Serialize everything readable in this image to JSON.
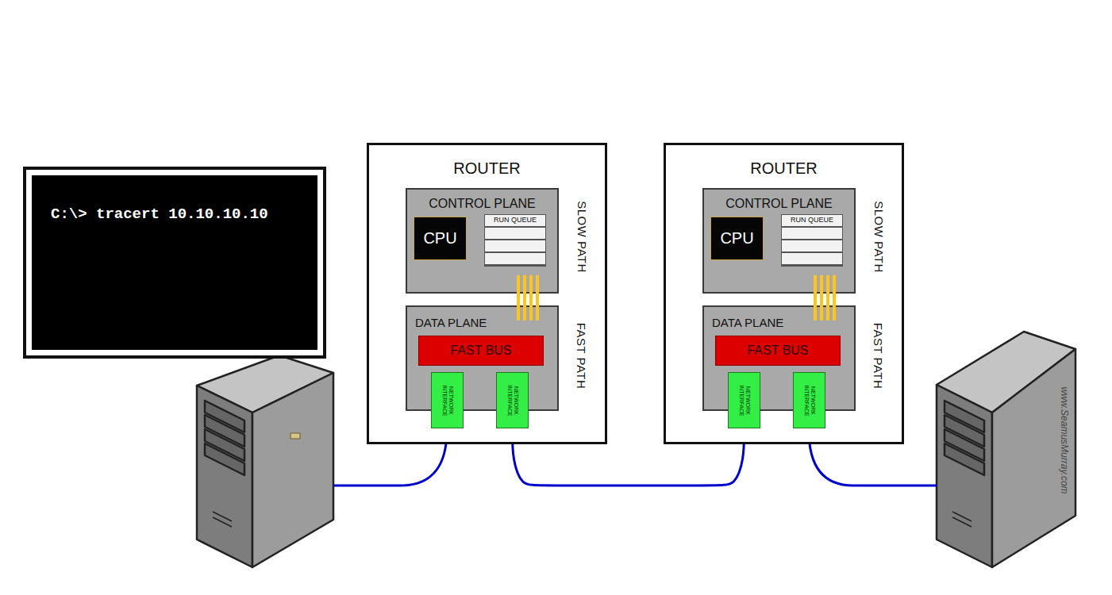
{
  "diagram": {
    "nodes": [
      {
        "text": [
          "C:\\> tracert 10.10.10.10"
        ]
      },
      {
        "text": [
          "ROUTER"
        ]
      },
      {
        "text": [
          "CONTROL PLANE"
        ],
        "in": 1
      },
      {
        "text": [
          "CPU"
        ],
        "in": 2
      },
      {
        "text": [
          "RUN QUEUE"
        ],
        "in": 2
      },
      {
        "text": [
          "DATA PLANE"
        ],
        "in": 1
      },
      {
        "text": [
          "FAST BUS"
        ],
        "in": 5
      },
      {
        "text": [
          "NETWORK INTERFACE"
        ],
        "in": 5
      },
      {
        "text": [
          "NETWORK INTERFACE"
        ],
        "in": 5
      },
      {
        "text": [
          "ROUTER"
        ]
      },
      {
        "text": [
          "CONTROL PLANE"
        ],
        "in": 9
      },
      {
        "text": [
          "CPU"
        ],
        "in": 10
      },
      {
        "text": [
          "RUN QUEUE"
        ],
        "in": 10
      },
      {
        "text": [
          "DATA PLANE"
        ],
        "in": 9
      },
      {
        "text": [
          "FAST BUS"
        ],
        "in": 13
      },
      {
        "text": [
          "NETWORK INTERFACE"
        ],
        "in": 13
      },
      {
        "text": [
          "NETWORK INTERFACE"
        ],
        "in": 13
      }
    ],
    "edges": [
      {
        "from": 8,
        "to": 15,
        "arrow": "none"
      }
    ],
    "labels": [
      "SLOW PATH",
      "FAST PATH",
      "SLOW PATH",
      "FAST PATH",
      "www.SeamusMurray.com"
    ]
  }
}
